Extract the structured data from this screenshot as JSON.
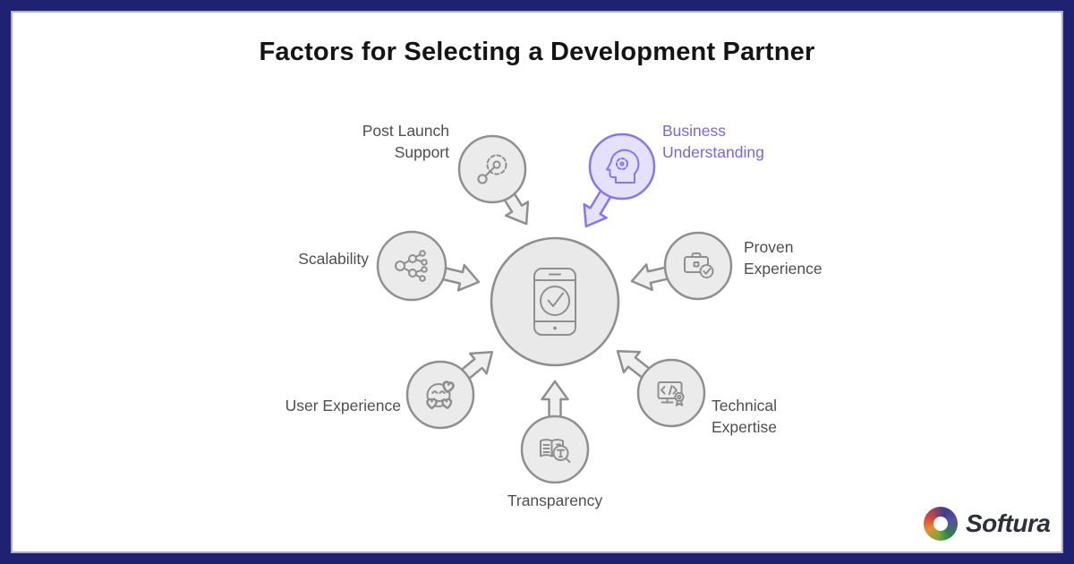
{
  "page": {
    "title": "Factors for Selecting a Development Partner"
  },
  "diagram": {
    "center": {
      "icon": "smartphone-check-icon"
    },
    "factors": [
      {
        "label": "Post Launch Support",
        "lines": [
          "Post Launch",
          "Support"
        ],
        "icon": "gear-wrench-icon",
        "highlighted": false
      },
      {
        "label": "Business Understanding",
        "lines": [
          "Business",
          "Understanding"
        ],
        "icon": "head-gear-icon",
        "highlighted": true
      },
      {
        "label": "Scalability",
        "lines": [
          "Scalability"
        ],
        "icon": "network-nodes-icon",
        "highlighted": false
      },
      {
        "label": "Proven Experience",
        "lines": [
          "Proven",
          "Experience"
        ],
        "icon": "briefcase-badge-icon",
        "highlighted": false
      },
      {
        "label": "User Experience",
        "lines": [
          "User Experience"
        ],
        "icon": "smiley-hearts-icon",
        "highlighted": false
      },
      {
        "label": "Technical Expertise",
        "lines": [
          "Technical",
          "Expertise"
        ],
        "icon": "code-monitor-ribbon-icon",
        "highlighted": false
      },
      {
        "label": "Transparency",
        "lines": [
          "Transparency"
        ],
        "icon": "book-magnifier-icon",
        "highlighted": false
      }
    ],
    "colors": {
      "border_navy": "#1f2270",
      "border_inner_line": "#a8abce",
      "gray_fill": "#ebebeb",
      "arrow_fill": "#efefef",
      "gray_stroke": "#8f8f8f",
      "hub_fill": "#e9e9e9",
      "label_gray": "#4f4f4f",
      "accent_purple_fill": "#e6e1fb",
      "accent_purple_stroke": "#8677ec",
      "accent_purple_text": "#7d64e3",
      "title_color": "#141414",
      "brand_text": "#2d3038"
    }
  },
  "footer": {
    "brand": "Softura"
  }
}
